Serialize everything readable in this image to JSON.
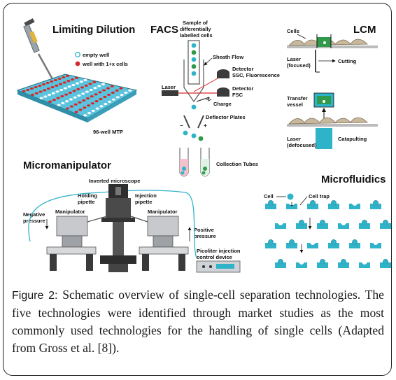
{
  "panels": {
    "limiting_dilution": {
      "title": "Limiting Dilution",
      "legend_empty": "empty well",
      "legend_cells": "well with 1+x cells",
      "plate_label": "96-well MTP"
    },
    "facs": {
      "title": "FACS",
      "sample_line1": "Sample of",
      "sample_line2": "differentially",
      "sample_line3": "labelled cells",
      "sheath_flow": "Sheath Flow",
      "detector1_line1": "Detector",
      "detector1_line2": "SSC, Fluorescence",
      "laser": "Laser",
      "detector2_line1": "Detector",
      "detector2_line2": "FSC",
      "charge": "Charge",
      "deflector_plates": "Deflector Plates",
      "minus": "−",
      "plus": "+",
      "collection_tubes": "Collection Tubes"
    },
    "lcm": {
      "title": "LCM",
      "cells": "Cells",
      "laser_focused_line1": "Laser",
      "laser_focused_line2": "(focused)",
      "cutting": "Cutting",
      "transfer_line1": "Transfer",
      "transfer_line2": "vessel",
      "laser_defocused_line1": "Laser",
      "laser_defocused_line2": "(defocused)",
      "catapulting": "Catapulting"
    },
    "micromanipulator": {
      "title": "Micromanipulator",
      "inverted_microscope": "Inverted microscope",
      "holding_line1": "Holding",
      "holding_line2": "pipette",
      "injection_line1": "Injection",
      "injection_line2": "pipette",
      "manipulator_left": "Manipulator",
      "manipulator_right": "Manipulator",
      "negative_line1": "Negative",
      "negative_line2": "pressure",
      "positive_line1": "Positive",
      "positive_line2": "pressure",
      "picoliter_line1": "Picoliter injection",
      "picoliter_line2": "control device"
    },
    "microfluidics": {
      "title": "Microfluidics",
      "cell": "Cell",
      "cell_trap": "Cell trap"
    }
  },
  "caption": {
    "lead": "Figure 2:",
    "body": " Schematic overview of single-cell separation technologies. The five technologies were identified through market studies as the most commonly used technologies for the handling of single cells (Adapted from Gross et al. [8])."
  },
  "colors": {
    "cyan": "#2fb3c9",
    "red": "#d62828",
    "green": "#2f9a4a",
    "plate": "#5bc3dd",
    "pink": "#f3c1cc"
  }
}
